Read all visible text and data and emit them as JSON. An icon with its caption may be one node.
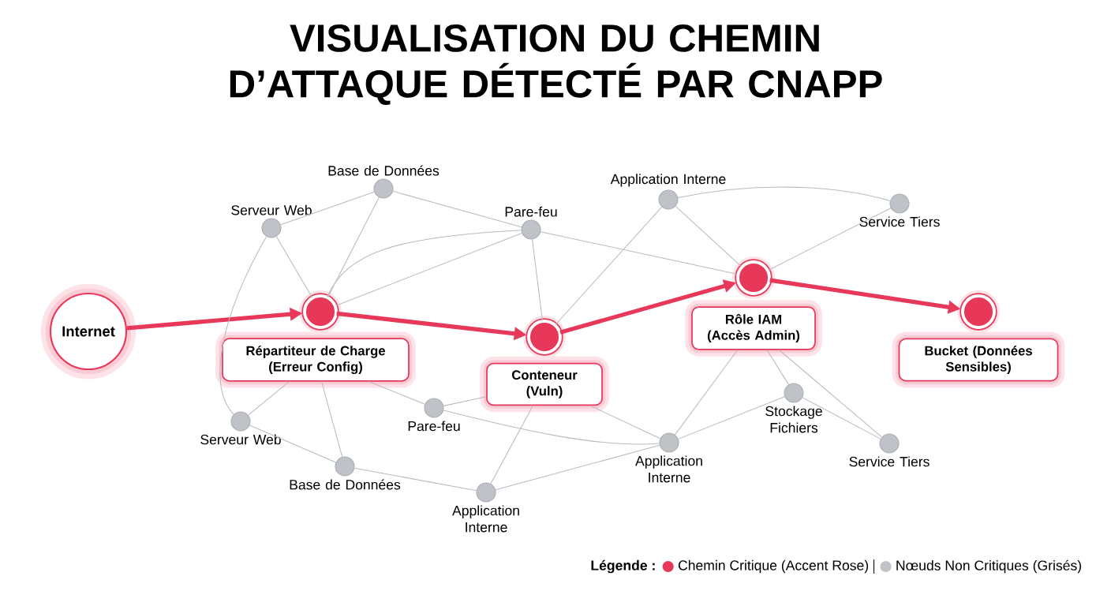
{
  "diagram": {
    "title": "VISUALISATION DU CHEMIN D’ATTAQUE DÉTECTÉ PAR CNAPP",
    "nodes": [
      {
        "text": [
          "Internet"
        ]
      },
      {
        "text": [],
        "shape": "circle"
      },
      {
        "text": [
          "Répartiteur de Charge (Erreur Config)"
        ]
      },
      {
        "text": [],
        "shape": "circle"
      },
      {
        "text": [
          "Conteneur (Vuln)"
        ]
      },
      {
        "text": [],
        "shape": "circle"
      },
      {
        "text": [
          "Rôle IAM (Accès Admin)"
        ]
      },
      {
        "text": [],
        "shape": "circle"
      },
      {
        "text": [
          "Bucket (Données Sensibles)"
        ]
      },
      {
        "text": [
          "Serveur Web"
        ]
      },
      {
        "text": [
          "Base de Données"
        ]
      },
      {
        "text": [
          "Pare-feu"
        ]
      },
      {
        "text": [
          "Application Interne"
        ]
      },
      {
        "text": [
          "Service Tiers"
        ]
      },
      {
        "text": [
          "Serveur Web"
        ]
      },
      {
        "text": [
          "Pare-feu"
        ]
      },
      {
        "text": [
          "Base de Données"
        ]
      },
      {
        "text": [
          "Application Interne"
        ]
      },
      {
        "text": [
          "Application Interne"
        ]
      },
      {
        "text": [
          "Stockage Fichiers"
        ]
      },
      {
        "text": [
          "Service Tiers"
        ]
      }
    ],
    "edges": [
      {
        "from": 0,
        "to": 1,
        "arrow": "to",
        "style": "thick",
        "color": "#e8385a"
      },
      {
        "from": 1,
        "to": 3,
        "arrow": "to",
        "style": "thick",
        "color": "#e8385a"
      },
      {
        "from": 3,
        "to": 5,
        "arrow": "to",
        "style": "thick",
        "color": "#e8385a"
      },
      {
        "from": 5,
        "to": 7,
        "arrow": "to",
        "style": "thick",
        "color": "#e8385a"
      },
      {
        "from": 9,
        "to": 10,
        "arrow": "none"
      },
      {
        "from": 9,
        "to": 1,
        "arrow": "none"
      },
      {
        "from": 9,
        "to": 14,
        "arrow": "none"
      },
      {
        "from": 10,
        "to": 1,
        "arrow": "none"
      },
      {
        "from": 10,
        "to": 11,
        "arrow": "none"
      },
      {
        "from": 11,
        "to": 1,
        "arrow": "none"
      },
      {
        "from": 11,
        "to": 1,
        "arrow": "none"
      },
      {
        "from": 11,
        "to": 3,
        "arrow": "none"
      },
      {
        "from": 11,
        "to": 5,
        "arrow": "none"
      },
      {
        "from": 12,
        "to": 3,
        "arrow": "none"
      },
      {
        "from": 12,
        "to": 5,
        "arrow": "none"
      },
      {
        "from": 12,
        "to": 13,
        "arrow": "none"
      },
      {
        "from": 13,
        "to": 5,
        "arrow": "none"
      },
      {
        "from": 14,
        "to": 2,
        "arrow": "none"
      },
      {
        "from": 16,
        "to": 2,
        "arrow": "none"
      },
      {
        "from": 14,
        "to": 16,
        "arrow": "none"
      },
      {
        "from": 2,
        "to": 15,
        "arrow": "none"
      },
      {
        "from": 15,
        "to": 4,
        "arrow": "none"
      },
      {
        "from": 15,
        "to": 18,
        "arrow": "none"
      },
      {
        "from": 16,
        "to": 17,
        "arrow": "none"
      },
      {
        "from": 4,
        "to": 17,
        "arrow": "none"
      },
      {
        "from": 17,
        "to": 18,
        "arrow": "none"
      },
      {
        "from": 4,
        "to": 18,
        "arrow": "none"
      },
      {
        "from": 6,
        "to": 18,
        "arrow": "none"
      },
      {
        "from": 6,
        "to": 19,
        "arrow": "none"
      },
      {
        "from": 6,
        "to": 20,
        "arrow": "none"
      },
      {
        "from": 18,
        "to": 19,
        "arrow": "none"
      },
      {
        "from": 19,
        "to": 20,
        "arrow": "none"
      }
    ],
    "labels": [
      "Légende :"
    ],
    "legend": [
      {
        "text": "Chemin Critique (Accent Rose)",
        "color": "#e8385a"
      },
      {
        "text": "Nœuds Non Critiques (Grisés)",
        "color": "#bfc2c7"
      }
    ]
  }
}
